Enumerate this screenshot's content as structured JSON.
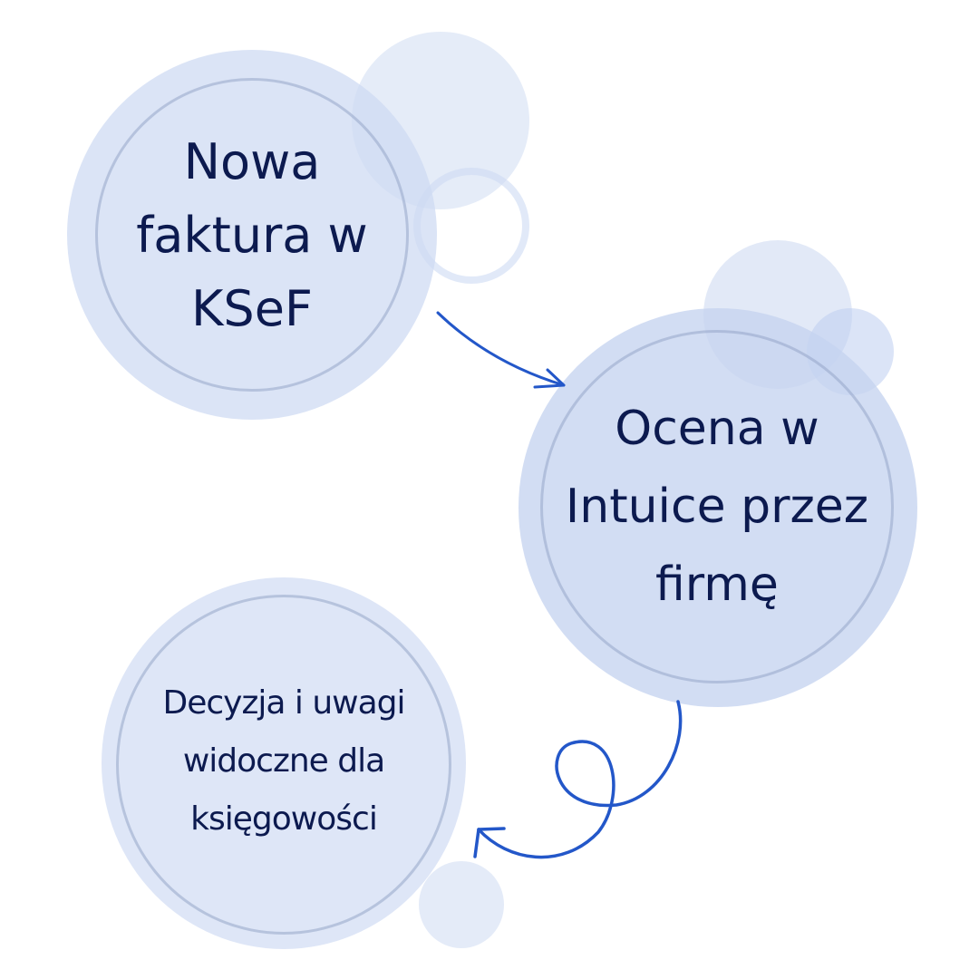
{
  "diagram": {
    "type": "flow",
    "steps": [
      {
        "id": "step-1",
        "label": "Nowa\nfaktura w\nKSeF"
      },
      {
        "id": "step-2",
        "label": "Ocena w\nIntuice przez\nfirmę"
      },
      {
        "id": "step-3",
        "label": "Decyzja i uwagi\nwidoczne dla\nksięgowości"
      }
    ],
    "connections": [
      {
        "from": "step-1",
        "to": "step-2",
        "style": "curved-arrow"
      },
      {
        "from": "step-2",
        "to": "step-3",
        "style": "loop-arrow"
      }
    ]
  },
  "colors": {
    "text": "#0c1a4f",
    "circle_fill": "#d3ddf3",
    "ring_stroke": "#a9b7d6",
    "arrow": "#2357c9",
    "background": "#ffffff"
  }
}
